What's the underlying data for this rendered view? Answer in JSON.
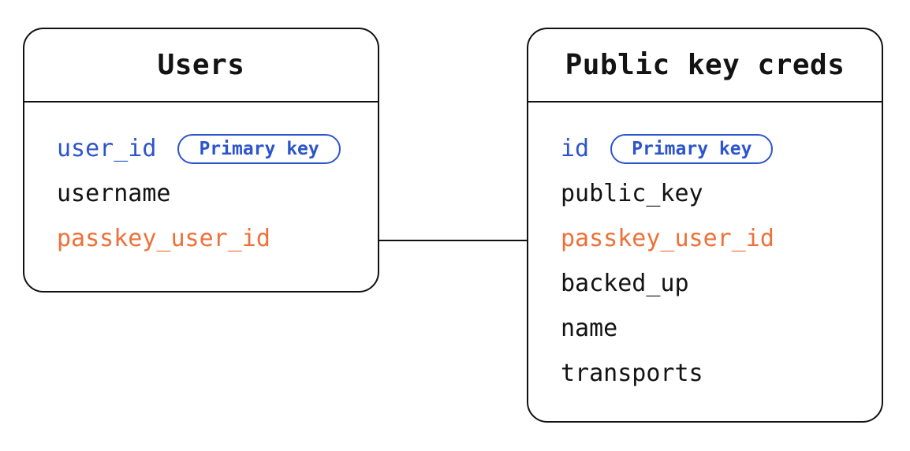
{
  "diagram": {
    "colors": {
      "primary_blue": "#2d55cb",
      "foreign_orange": "#ed7139",
      "line_black": "#111111",
      "background": "#ffffff"
    },
    "tables": [
      {
        "title": "Users",
        "fields": [
          {
            "name": "user_id",
            "color": "blue",
            "badge": "Primary key"
          },
          {
            "name": "username",
            "color": "black"
          },
          {
            "name": "passkey_user_id",
            "color": "orange"
          }
        ]
      },
      {
        "title": "Public key creds",
        "fields": [
          {
            "name": "id",
            "color": "blue",
            "badge": "Primary key"
          },
          {
            "name": "public_key",
            "color": "black"
          },
          {
            "name": "passkey_user_id",
            "color": "orange"
          },
          {
            "name": "backed_up",
            "color": "black"
          },
          {
            "name": "name",
            "color": "black"
          },
          {
            "name": "transports",
            "color": "black"
          }
        ]
      }
    ],
    "relation": {
      "from_table": "Users",
      "from_field": "passkey_user_id",
      "to_table": "Public key creds",
      "to_field": "passkey_user_id"
    }
  }
}
